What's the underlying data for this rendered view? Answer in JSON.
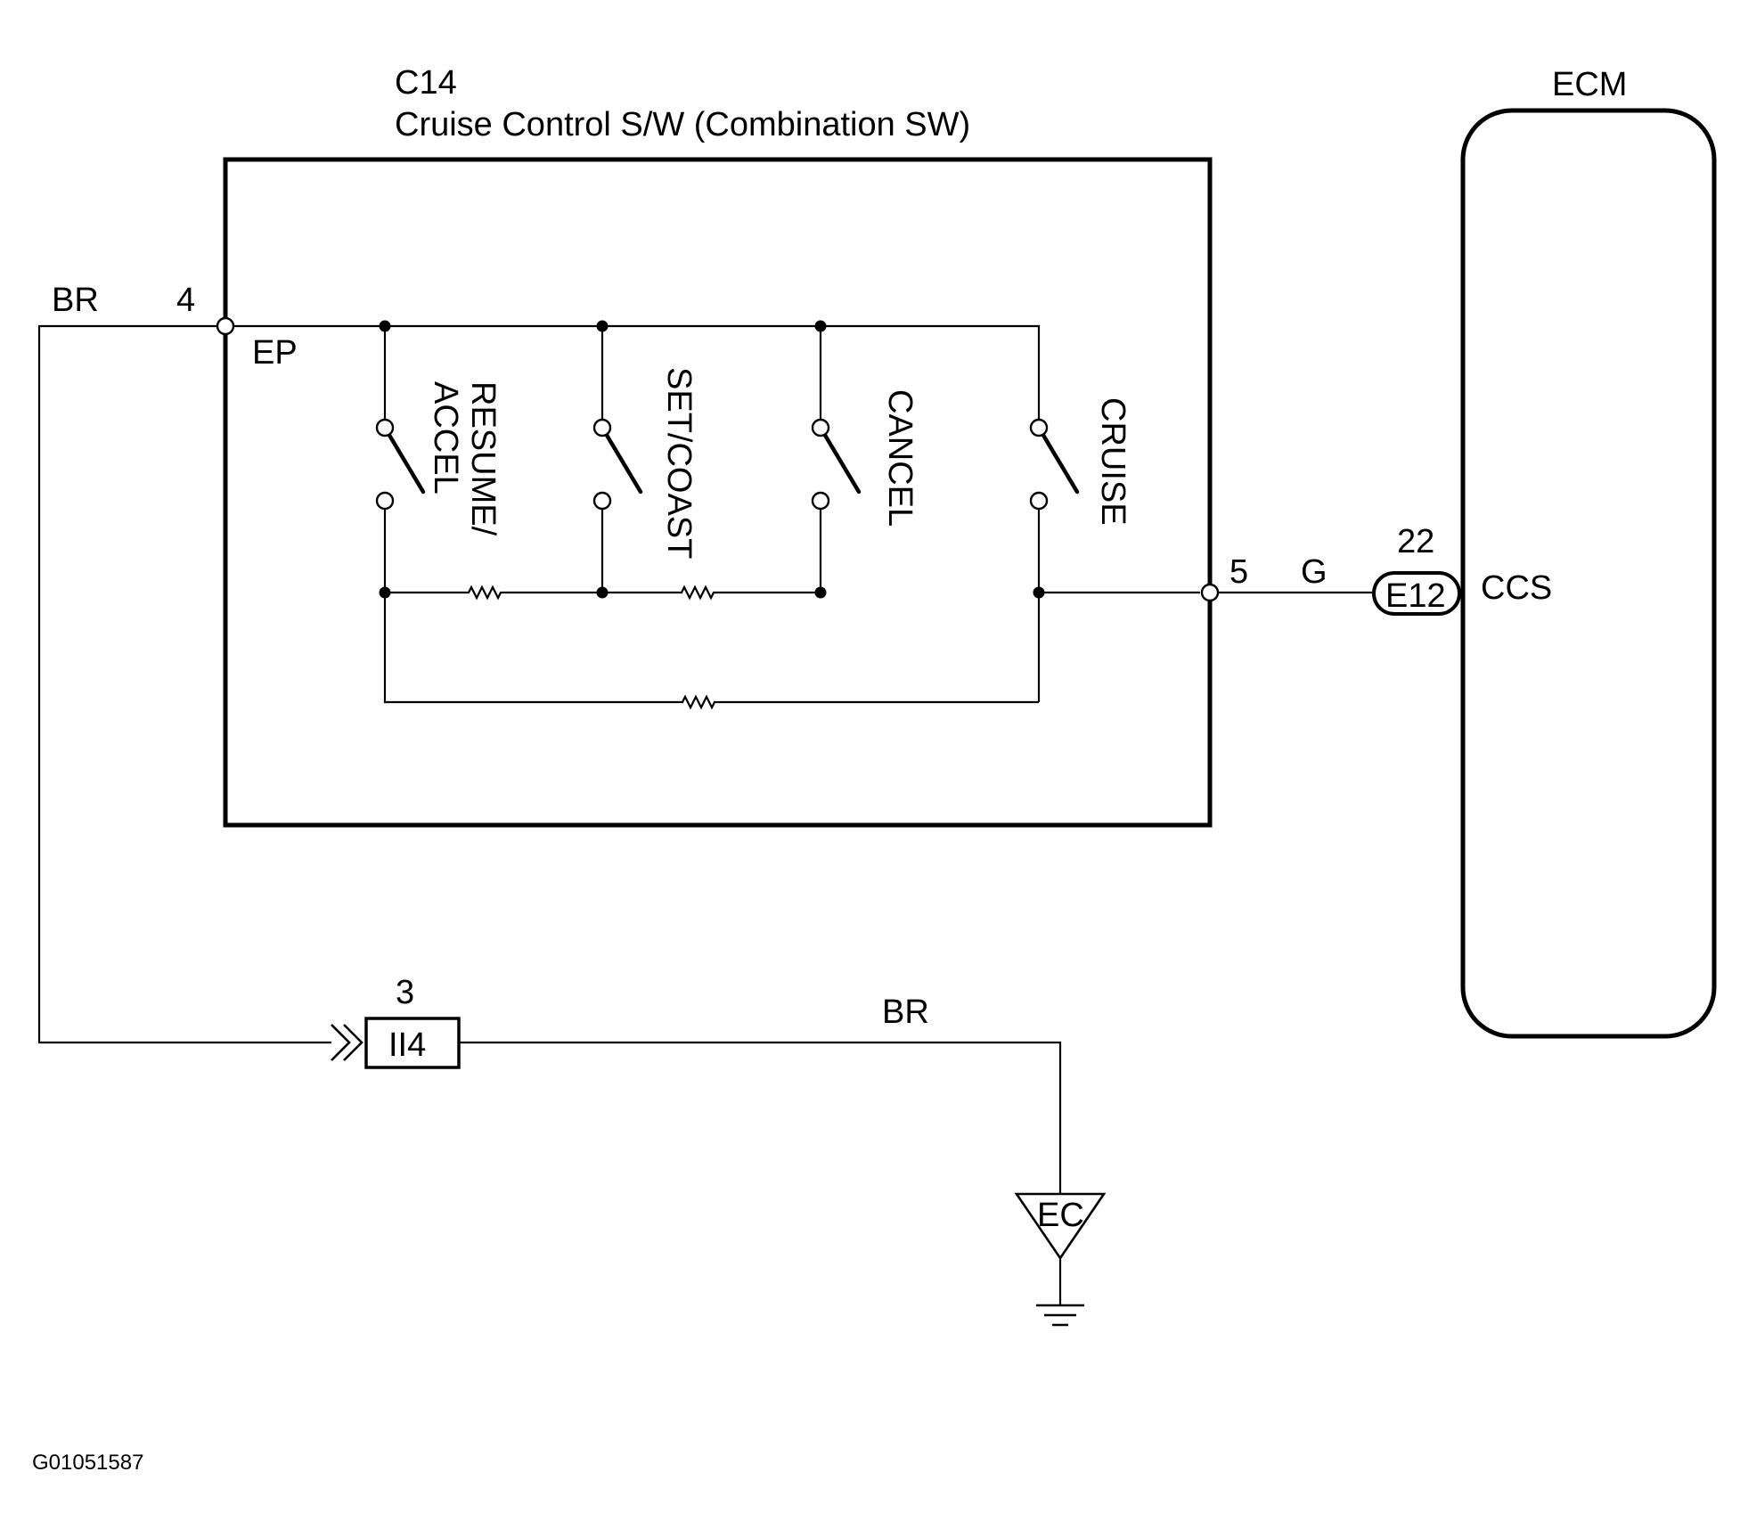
{
  "switch": {
    "connector": "C14",
    "title": "Cruise Control S/W (Combination SW)",
    "pin_in": "4",
    "pin_in_name": "EP",
    "pin_out": "5",
    "contacts": [
      "RESUME/\nACCEL",
      "SET/COAST",
      "CANCEL",
      "CRUISE"
    ]
  },
  "wires": {
    "left_color": "BR",
    "signal_color": "G",
    "ground_color": "BR"
  },
  "ecm": {
    "title": "ECM",
    "connector": "E12",
    "pin": "22",
    "terminal": "CCS"
  },
  "junction": {
    "connector": "II4",
    "pin": "3"
  },
  "ground": {
    "label": "EC"
  },
  "figure_id": "G01051587"
}
